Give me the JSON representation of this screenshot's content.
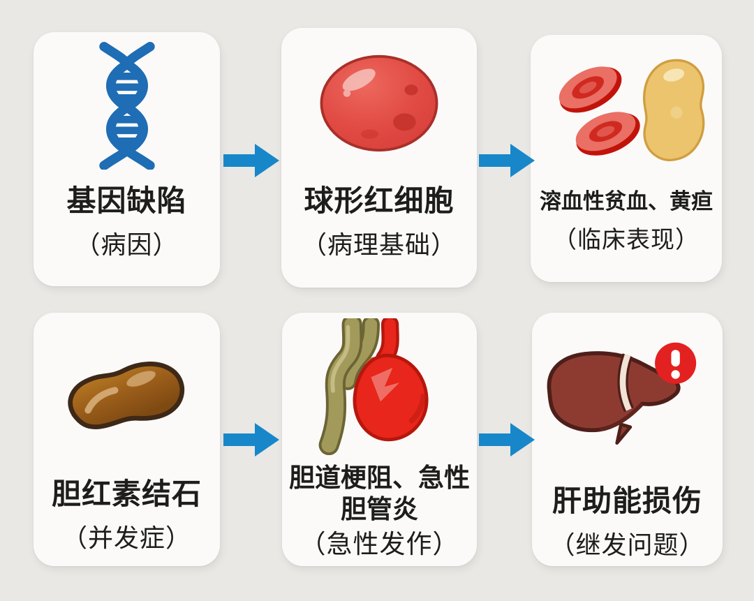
{
  "theme": {
    "background_color": "#e9e8e5",
    "card_color": "#fbfaf9",
    "text_color": "#1d1d1b",
    "arrow_color": "#1787c9",
    "dna_blue": "#1e6db5",
    "sphere_cell_red": "#e14b44",
    "blood_cell_red": "#d02a20",
    "organ_yellow": "#ecc46d",
    "stone_brown": "#94591a",
    "duct_olive": "#a29a5a",
    "gallbladder_red": "#e8261b",
    "liver_brown": "#8d3b31",
    "warning_red": "#e32120"
  },
  "cards": [
    {
      "icon": "dna-icon",
      "title": "基因缺陷",
      "subtitle": "（病因）"
    },
    {
      "icon": "spherical-red-cell-icon",
      "title": "球形红细胞",
      "subtitle": "（病理基础）"
    },
    {
      "icon": "red-blood-cells-and-spleen-icon",
      "title": "溶血性贫血、黄疸",
      "subtitle": "（临床表现）"
    },
    {
      "icon": "gallstone-icon",
      "title": "胆红素结石",
      "subtitle": "（并发症）"
    },
    {
      "icon": "bile-duct-gallbladder-icon",
      "title": "胆道梗阻、急性胆管炎",
      "subtitle": "（急性发作）"
    },
    {
      "icon": "liver-warning-icon",
      "title": "肝助能损伤",
      "subtitle": "（继发问题）"
    }
  ]
}
